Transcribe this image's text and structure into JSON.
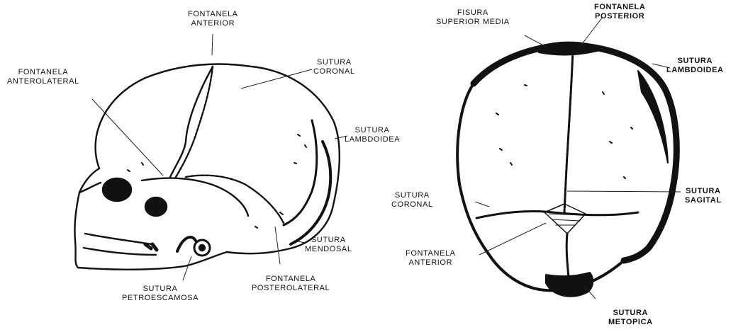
{
  "lateral": {
    "fontanela_anterior": [
      "FONTANELA",
      "ANTERIOR"
    ],
    "fontanela_anterolateral": [
      "FONTANELA",
      "ANTEROLATERAL"
    ],
    "sutura_coronal": [
      "SUTURA",
      "CORONAL"
    ],
    "sutura_lambdoidea": [
      "SUTURA",
      "LAMBDOIDEA"
    ],
    "sutura_mendosal": [
      "SUTURA",
      "MENDOSAL"
    ],
    "fontanela_posterolateral": [
      "FONTANELA",
      "POSTEROLATERAL"
    ],
    "sutura_petroescamosa": [
      "SUTURA",
      "PETROESCAMOSA"
    ]
  },
  "superior": {
    "fisura_superior_media": [
      "FISURA",
      "SUPERIOR MEDIA"
    ],
    "fontanela_posterior": [
      "FONTANELA",
      "POSTERIOR"
    ],
    "sutura_lambdoidea": [
      "SUTURA",
      "LAMBDOIDEA"
    ],
    "sutura_coronal": [
      "SUTURA",
      "CORONAL"
    ],
    "sutura_sagital": [
      "SUTURA",
      "SAGITAL"
    ],
    "fontanela_anterior": [
      "FONTANELA",
      "ANTERIOR"
    ],
    "sutura_metopica": [
      "SUTURA",
      "METOPICA"
    ]
  }
}
